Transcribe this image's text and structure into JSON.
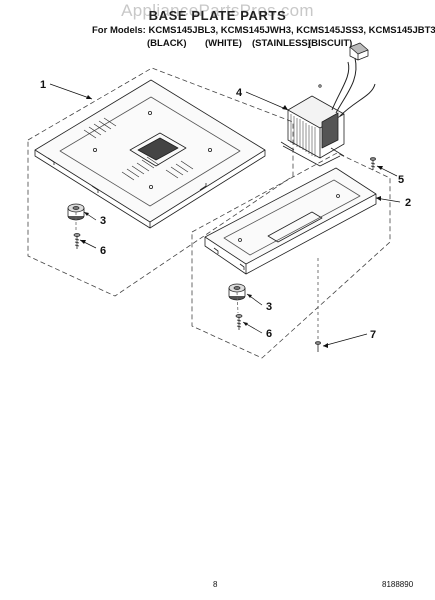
{
  "watermark": "AppliancePartsPros.com",
  "title": "BASE PLATE PARTS",
  "models_line": "For Models: KCMS145JBL3, KCMS145JWH3, KCMS145JSS3, KCMS145JBT3",
  "variants": [
    "(BLACK)",
    "(WHITE)",
    "(STAINLESS)",
    "(BISCUIT)"
  ],
  "callouts": [
    "1",
    "2",
    "3",
    "3",
    "4",
    "5",
    "6",
    "6",
    "7"
  ],
  "page_number": "8",
  "figure_code": "8188890"
}
